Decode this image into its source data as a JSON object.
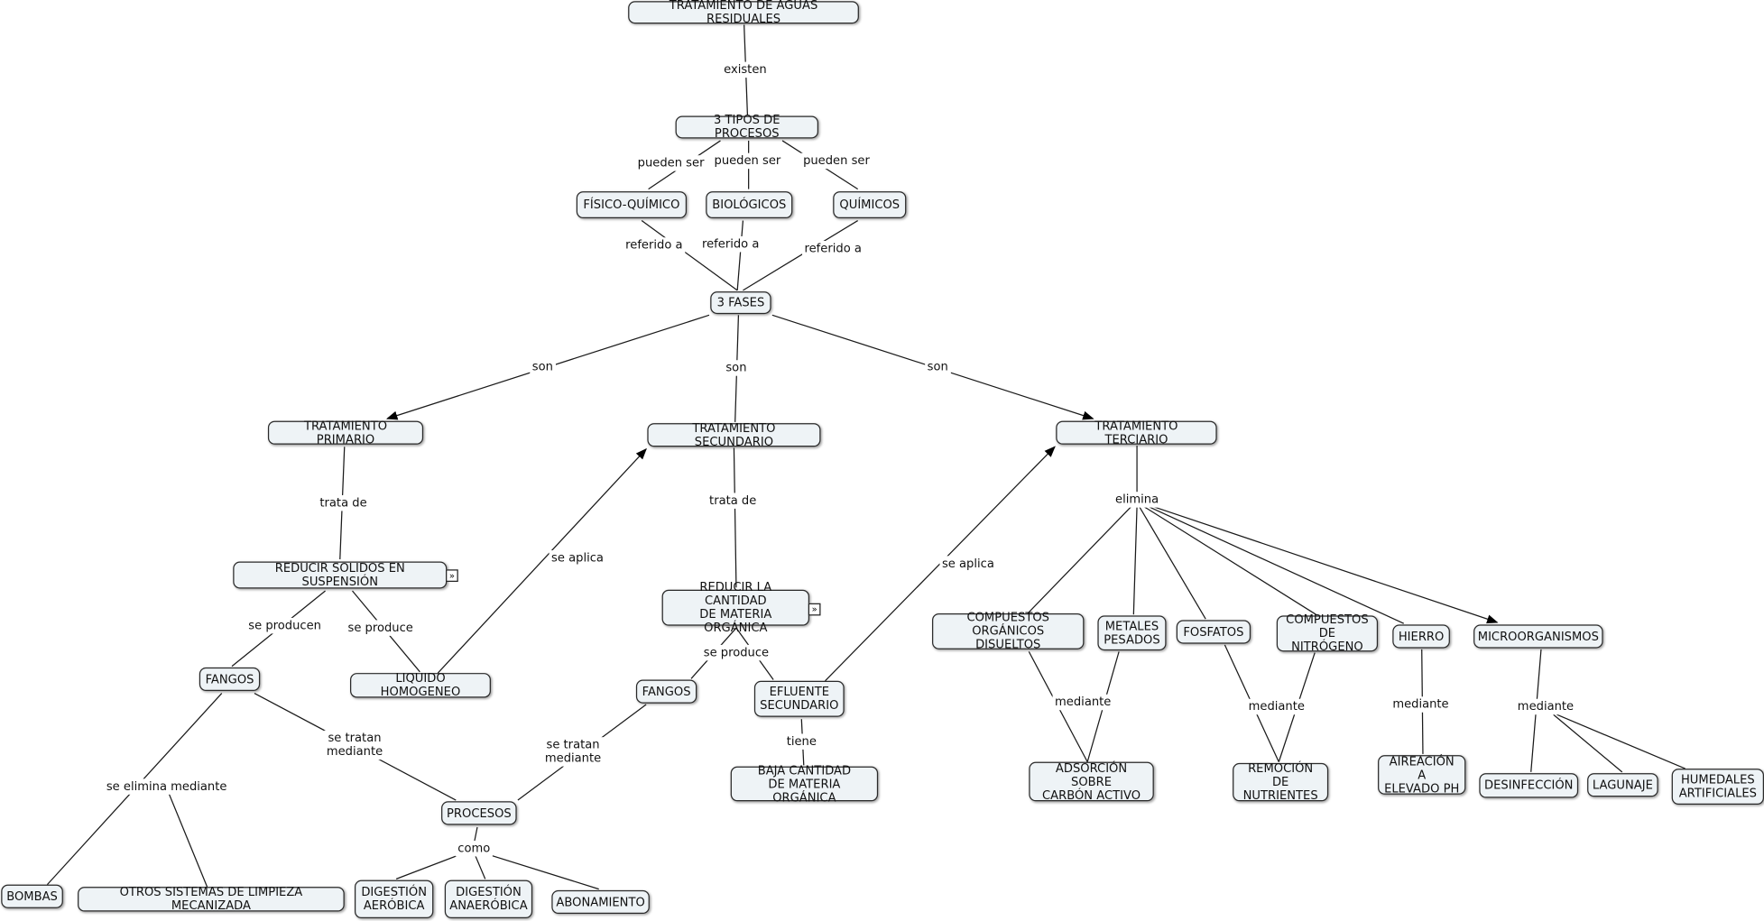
{
  "concept_map": {
    "nodes": {
      "root": "TRATAMIENTO DE AGUAS RESIDUALES",
      "tipos": "3 TIPOS DE PROCESOS",
      "fisico": "FÍSICO-QUÍMICO",
      "bio": "BIOLÓGICOS",
      "quim": "QUÍMICOS",
      "fases": "3 FASES",
      "primario": "TRATAMIENTO PRIMARIO",
      "secundario": "TRATAMIENTO SECUNDARIO",
      "terciario": "TRATAMIENTO TERCIARIO",
      "reducir_solidos": "REDUCIR SOLIDOS EN SUSPENSIÓN",
      "reducir_materia": "REDUCIR LA CANTIDAD\nDE MATERIA ORGÁNICA",
      "fangos1": "FANGOS",
      "liquido": "LIQUIDO HOMOGENEO",
      "fangos2": "FANGOS",
      "efluente": "EFLUENTE\nSECUNDARIO",
      "baja": "BAJA CANTIDAD\nDE MATERIA ORGÁNICA",
      "procesos": "PROCESOS",
      "bombas": "BOMBAS",
      "otros": "OTROS SISTEMAS DE LIMPIEZA MECANIZADA",
      "dig_aero": "DIGESTIÓN\nAERÓBICA",
      "dig_anaero": "DIGESTIÓN\nANAERÓBICA",
      "abonamiento": "ABONAMIENTO",
      "comp_org": "COMPUESTOS\nORGÁNICOS DISUELTOS",
      "metales": "METALES\nPESADOS",
      "fosfatos": "FOSFATOS",
      "comp_nit": "COMPUESTOS\nDE NITRÓGENO",
      "hierro": "HIERRO",
      "micro": "MICROORGANISMOS",
      "adsorcion": "ADSORCIÓN SOBRE\nCARBÓN ACTIVO",
      "remocion": "REMOCIÓN DE\nNUTRIENTES",
      "aireacion": "AIREACIÓN A\nELEVADO PH",
      "desinfeccion": "DESINFECCIÓN",
      "lagunaje": "LAGUNAJE",
      "humedales": "HUMEDALES\nARTIFICIALES"
    },
    "links": {
      "existen": "existen",
      "pueden1": "pueden ser",
      "pueden2": "pueden ser",
      "pueden3": "pueden ser",
      "ref1": "referido a",
      "ref2": "referido a",
      "ref3": "referido a",
      "son1": "son",
      "son2": "son",
      "son3": "son",
      "trata1": "trata de",
      "trata2": "trata de",
      "elimina": "elimina",
      "seproducen": "se producen",
      "seproduce1": "se produce",
      "seaplica1": "se aplica",
      "seaplica2": "se aplica",
      "seproduce2": "se produce",
      "setratan1": "se tratan\nmediante",
      "setratan2": "se tratan\nmediante",
      "tiene": "tiene",
      "seelimina": "se elimina mediante",
      "como": "como",
      "mediante1": "mediante",
      "mediante2": "mediante",
      "mediante3": "mediante",
      "mediante4": "mediante"
    }
  }
}
